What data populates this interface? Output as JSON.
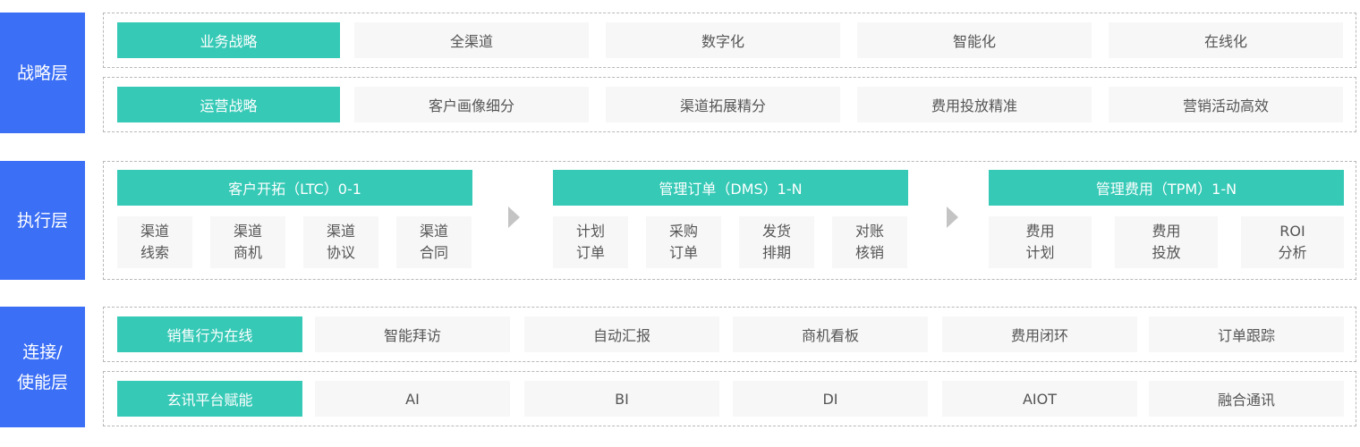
{
  "layers": {
    "strategy": {
      "label": "战略层",
      "rows": [
        {
          "head": "业务战略",
          "items": [
            "全渠道",
            "数字化",
            "智能化",
            "在线化"
          ]
        },
        {
          "head": "运营战略",
          "items": [
            "客户画像细分",
            "渠道拓展精分",
            "费用投放精准",
            "营销活动高效"
          ]
        }
      ]
    },
    "execution": {
      "label": "执行层",
      "groups": [
        {
          "title": "客户开拓（LTC）0-1",
          "items": [
            [
              "渠道",
              "线索"
            ],
            [
              "渠道",
              "商机"
            ],
            [
              "渠道",
              "协议"
            ],
            [
              "渠道",
              "合同"
            ]
          ]
        },
        {
          "title": "管理订单（DMS）1-N",
          "items": [
            [
              "计划",
              "订单"
            ],
            [
              "采购",
              "订单"
            ],
            [
              "发货",
              "排期"
            ],
            [
              "对账",
              "核销"
            ]
          ]
        },
        {
          "title": "管理费用（TPM）1-N",
          "items": [
            [
              "费用",
              "计划"
            ],
            [
              "费用",
              "投放"
            ],
            [
              "ROI",
              "分析"
            ]
          ]
        }
      ]
    },
    "connection": {
      "label_line1": "连接/",
      "label_line2": "使能层",
      "rows": [
        {
          "head": "销售行为在线",
          "items": [
            "智能拜访",
            "自动汇报",
            "商机看板",
            "费用闭环",
            "订单跟踪"
          ]
        },
        {
          "head": "玄讯平台赋能",
          "items": [
            "AI",
            "BI",
            "DI",
            "AIOT",
            "融合通讯"
          ]
        }
      ]
    }
  },
  "colors": {
    "layer_blue": "#3b6ff5",
    "head_green": "#35c9b6",
    "cell_bg": "#f7f7f7",
    "border": "#b8b8b8"
  }
}
